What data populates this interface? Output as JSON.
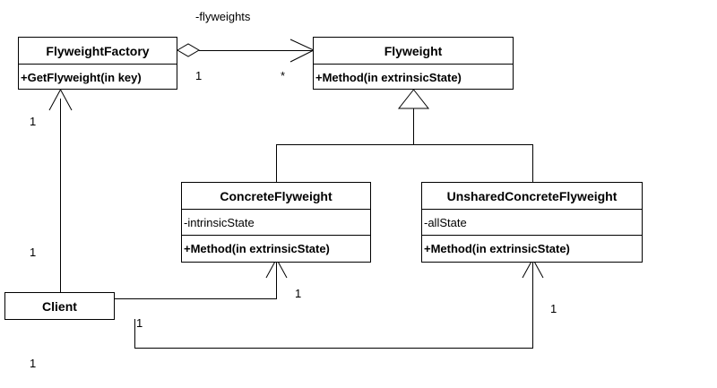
{
  "diagram": {
    "title": "Flyweight Pattern UML Class Diagram",
    "type": "uml-class-diagram",
    "background_color": "#ffffff",
    "line_color": "#000000",
    "text_color": "#000000"
  },
  "classes": {
    "flyweight_factory": {
      "name": "FlyweightFactory",
      "operations": [
        "+GetFlyweight(in key)"
      ],
      "attributes": []
    },
    "flyweight": {
      "name": "Flyweight",
      "operations": [
        "+Method(in extrinsicState)"
      ],
      "attributes": []
    },
    "concrete_flyweight": {
      "name": "ConcreteFlyweight",
      "attributes": [
        "-intrinsicState"
      ],
      "operations": [
        "+Method(in extrinsicState)"
      ]
    },
    "unshared_concrete_flyweight": {
      "name": "UnsharedConcreteFlyweight",
      "attributes": [
        "-allState"
      ],
      "operations": [
        "+Method(in extrinsicState)"
      ]
    },
    "client": {
      "name": "Client",
      "attributes": [],
      "operations": []
    }
  },
  "relations": {
    "factory_to_flyweight": {
      "role_label": "-flyweights",
      "source_multiplicity": "1",
      "target_multiplicity": "*",
      "kind": "aggregation"
    },
    "client_to_factory": {
      "source_multiplicity": "1",
      "target_multiplicity": "1",
      "kind": "association"
    },
    "client_to_concrete": {
      "source_multiplicity": "1",
      "target_multiplicity": "1",
      "kind": "association"
    },
    "client_to_unshared": {
      "source_multiplicity": "1",
      "target_multiplicity": "1",
      "kind": "association"
    },
    "generalization": {
      "kind": "generalization",
      "parent": "Flyweight",
      "children": [
        "ConcreteFlyweight",
        "UnsharedConcreteFlyweight"
      ]
    }
  },
  "labels": {
    "flyweights_role": "-flyweights",
    "one_a": "1",
    "star": "*",
    "one_b": "1",
    "one_c": "1",
    "one_d": "1",
    "one_e": "1",
    "one_f": "1",
    "one_g": "1"
  }
}
